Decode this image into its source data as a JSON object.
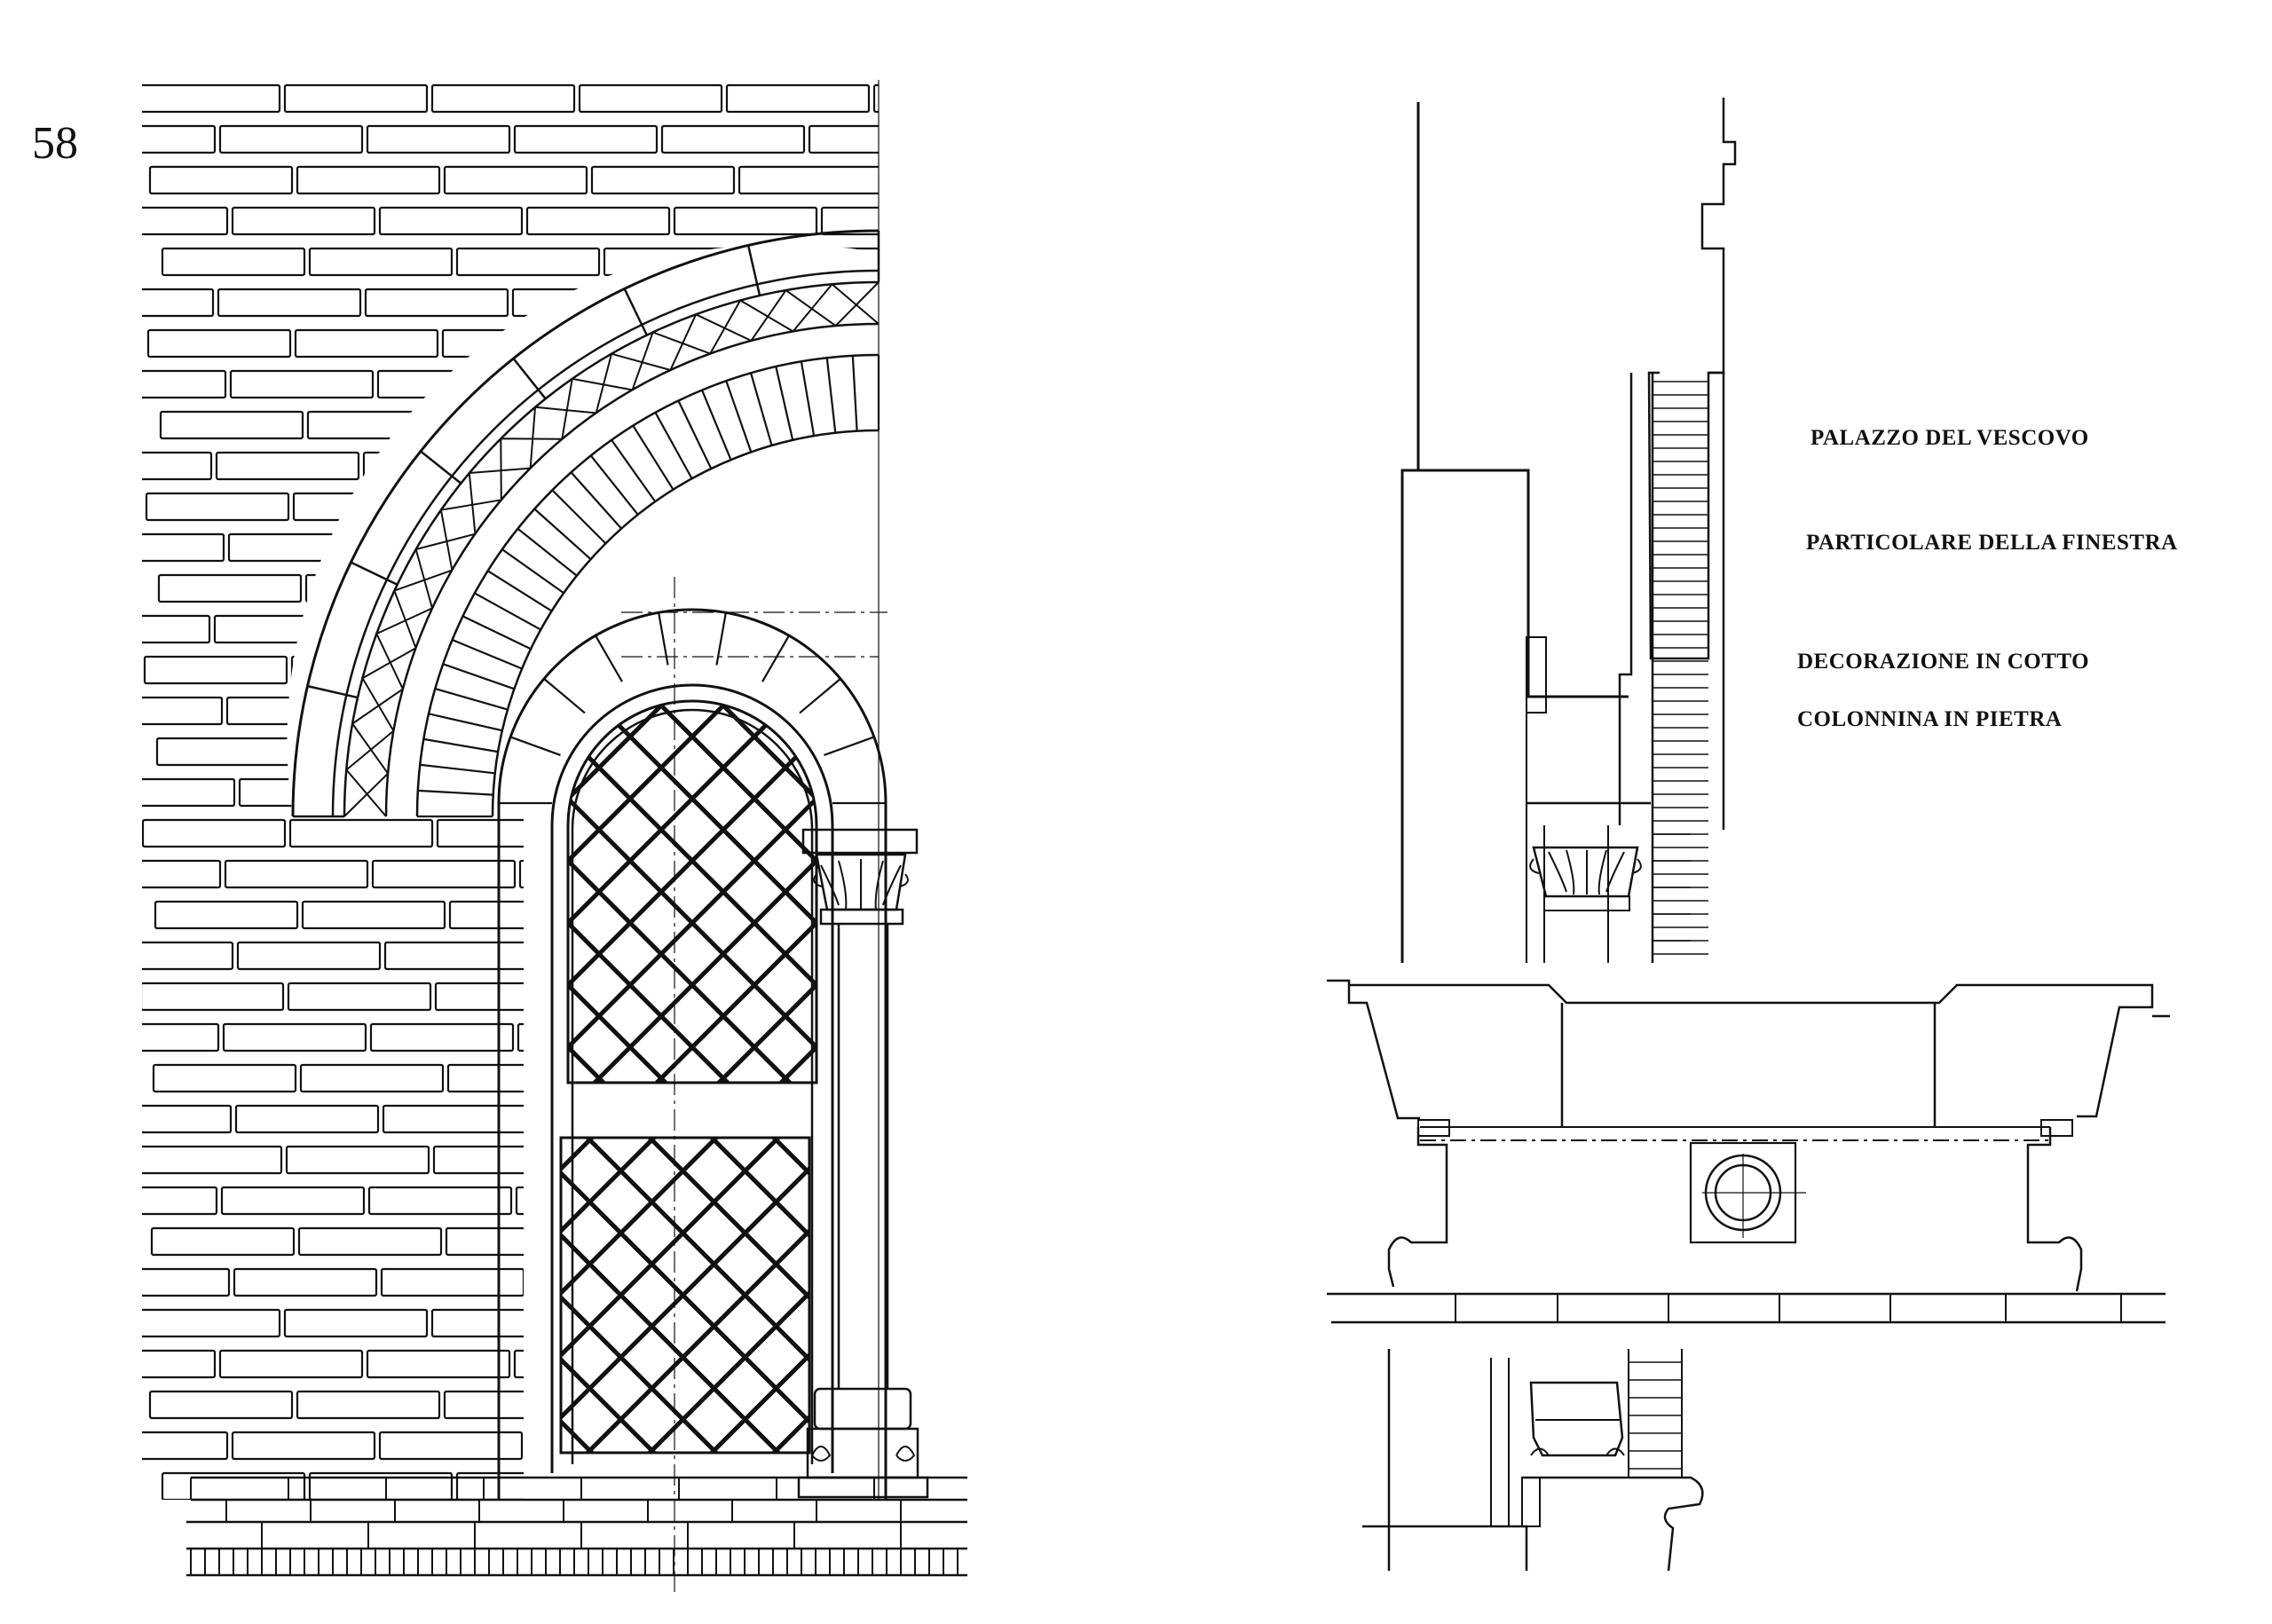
{
  "page_number": "58",
  "captions": [
    "PALAZZO DEL VESCOVO",
    "PARTICOLARE DELLA FINESTRA",
    "DECORAZIONE IN COTTO",
    "COLONNINA IN PIETRA"
  ],
  "colors": {
    "ink": "#111111",
    "paper": "#ffffff"
  }
}
